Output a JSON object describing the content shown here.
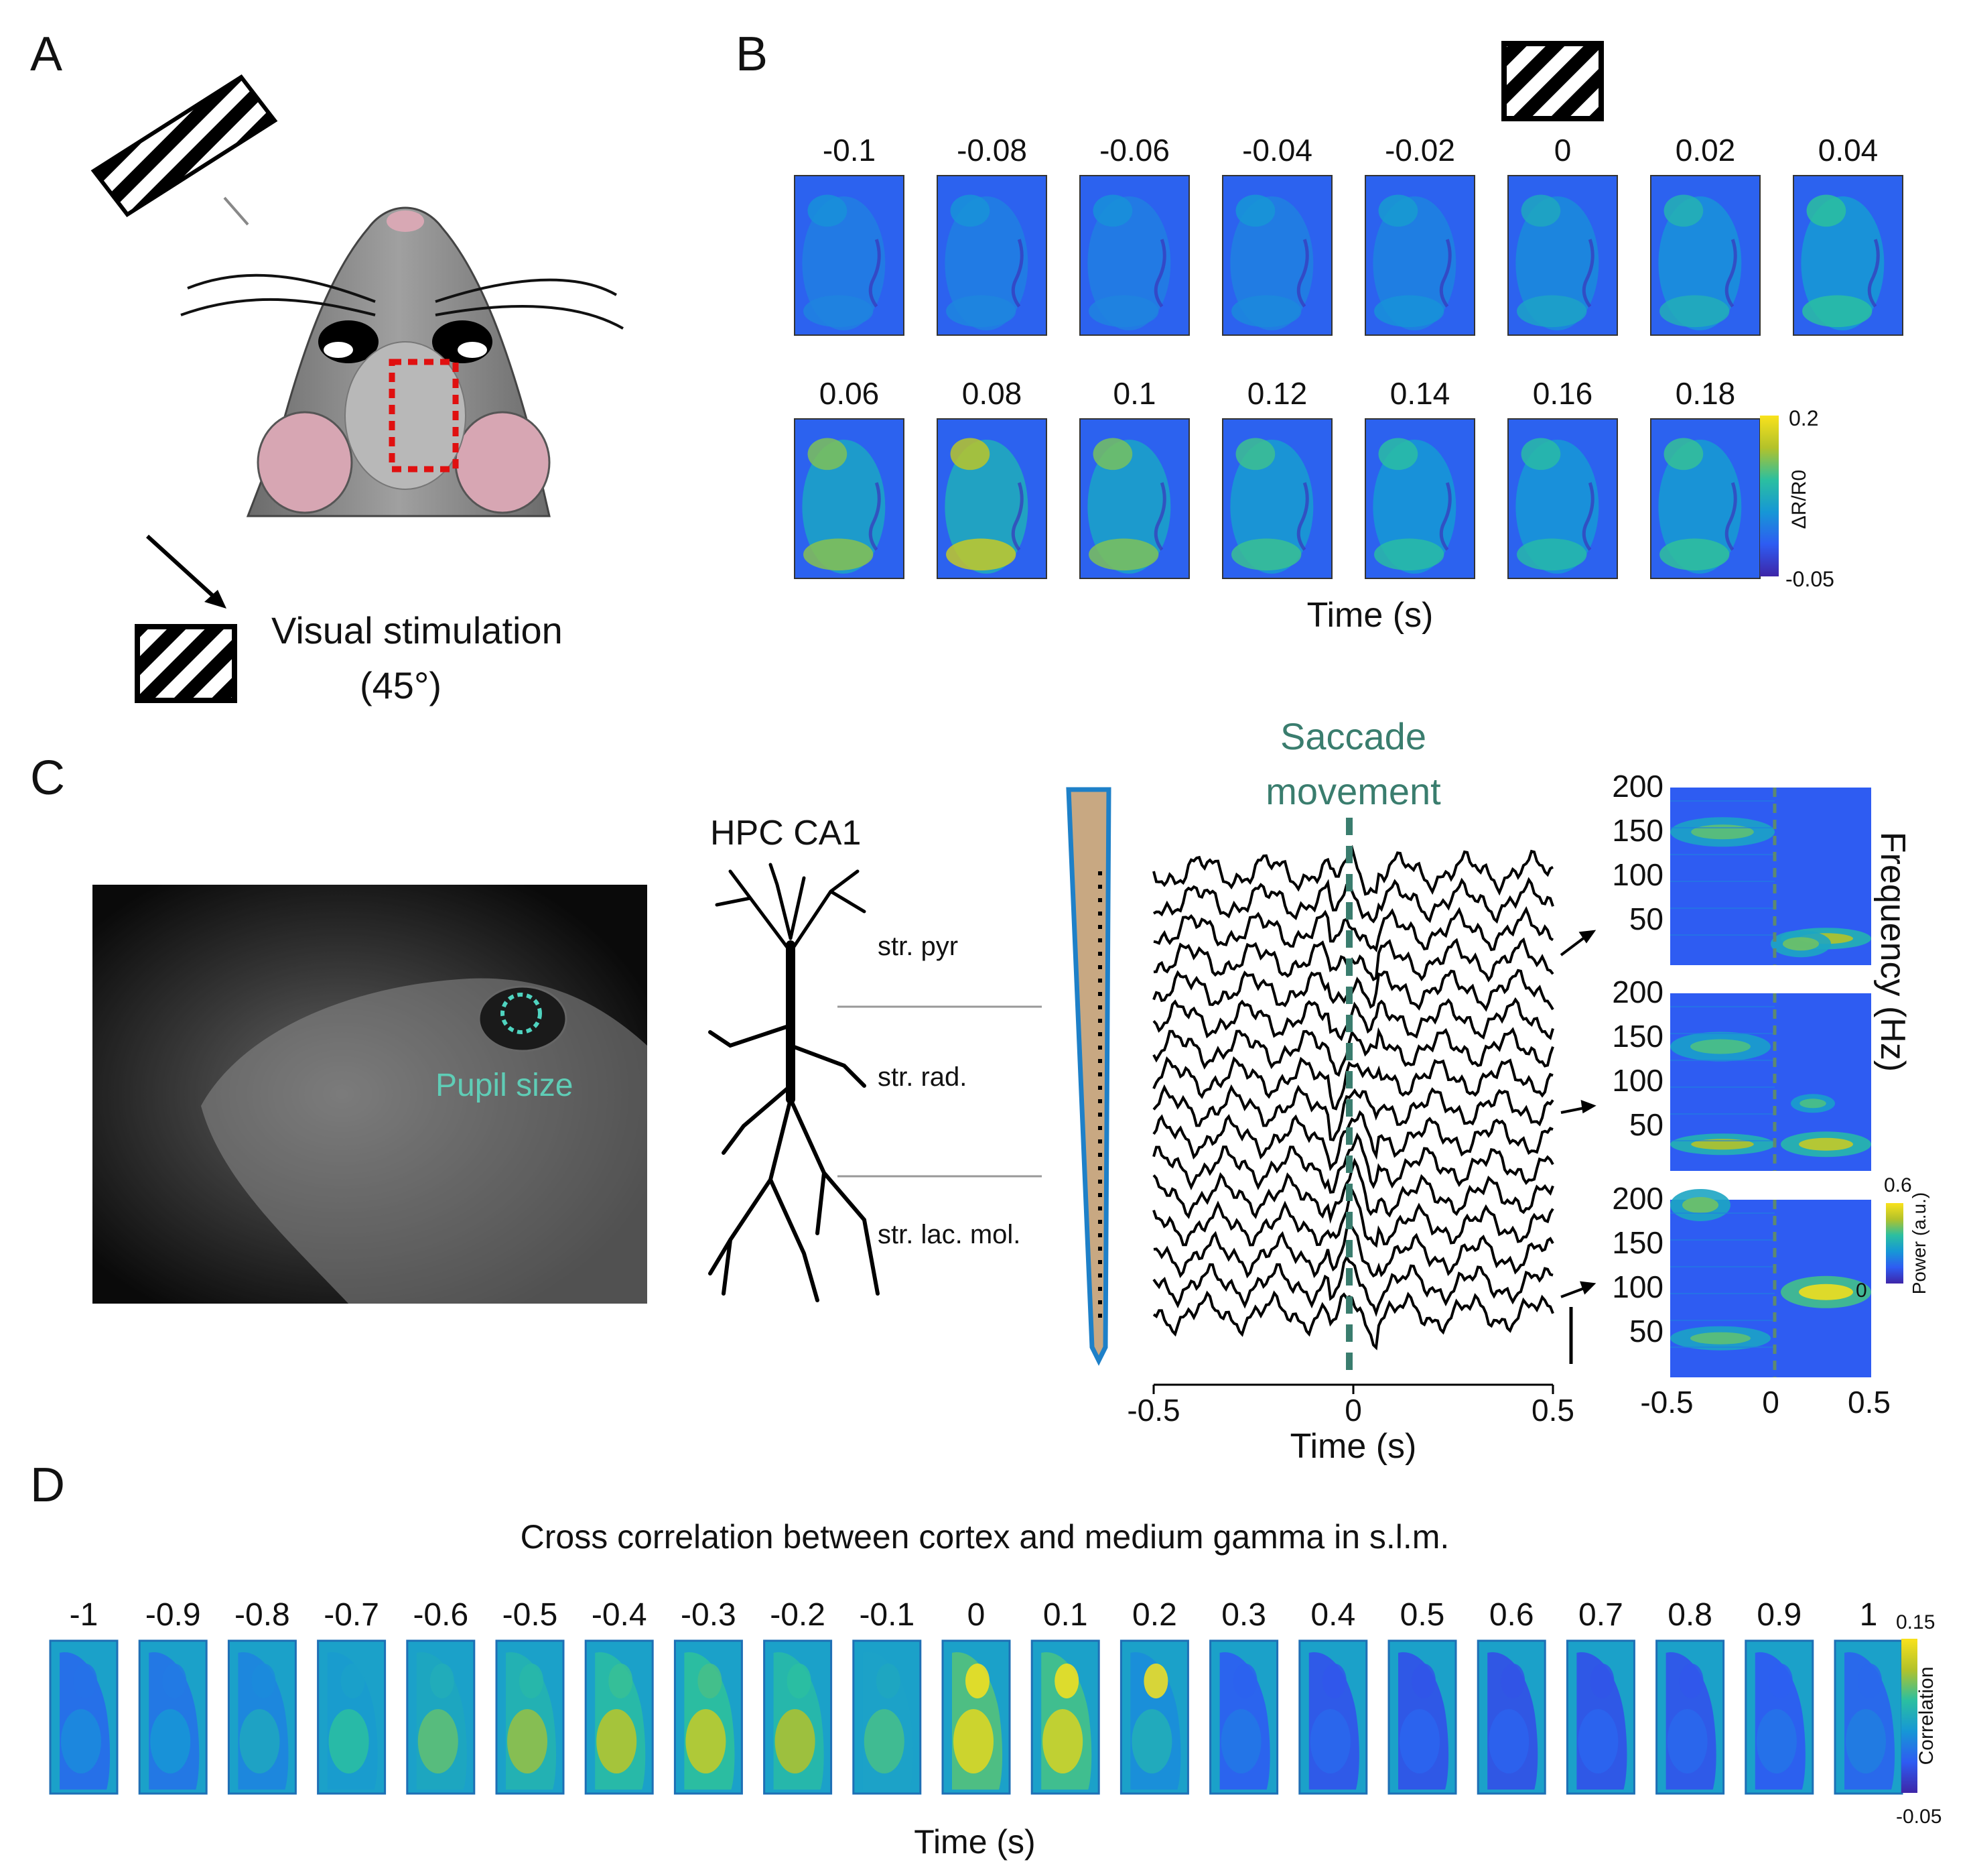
{
  "panels": {
    "a": {
      "letter": "A",
      "stimulus_label": "Visual stimulation",
      "stimulus_angle": "(45°)"
    },
    "b": {
      "letter": "B",
      "frames_row1": [
        "-0.1",
        "-0.08",
        "-0.06",
        "-0.04",
        "-0.02",
        "0",
        "0.02",
        "0.04"
      ],
      "frames_row2": [
        "0.06",
        "0.08",
        "0.1",
        "0.12",
        "0.14",
        "0.16",
        "0.18"
      ],
      "activation_row1": [
        0.05,
        0.06,
        0.05,
        0.08,
        0.12,
        0.22,
        0.3,
        0.42
      ],
      "activation_row2": [
        0.62,
        0.78,
        0.6,
        0.46,
        0.4,
        0.38,
        0.44
      ],
      "colorbar": {
        "label": "ΔR/R0",
        "max": "0.2",
        "min": "-0.05"
      },
      "xlabel": "Time (s)"
    },
    "c": {
      "letter": "C",
      "pupil_label": "Pupil size",
      "hpc_title": "HPC CA1",
      "layers": [
        "str. pyr",
        "str. rad.",
        "str. lac. mol."
      ],
      "saccade_label_line1": "Saccade",
      "saccade_label_line2": "movement",
      "trace_ticks": [
        "-0.5",
        "0",
        "0.5"
      ],
      "trace_xlabel": "Time (s)",
      "freq_ticks": [
        "200",
        "150",
        "100",
        "50"
      ],
      "freq_ylabel": "Frequency (Hz)",
      "spec_ticks": [
        "-0.5",
        "0",
        "0.5"
      ],
      "power_colorbar": {
        "label": "Power (a.u.)",
        "max": "0.6",
        "min": "0"
      },
      "accent_color": "#3a7d6e"
    },
    "d": {
      "letter": "D",
      "title": "Cross correlation between cortex and medium gamma in s.l.m.",
      "lags": [
        "-1",
        "-0.9",
        "-0.8",
        "-0.7",
        "-0.6",
        "-0.5",
        "-0.4",
        "-0.3",
        "-0.2",
        "-0.1",
        "0",
        "0.1",
        "0.2",
        "0.3",
        "0.4",
        "0.5",
        "0.6",
        "0.7",
        "0.8",
        "0.9",
        "1"
      ],
      "correlation_level": [
        0.2,
        0.25,
        0.35,
        0.5,
        0.6,
        0.7,
        0.78,
        0.82,
        0.75,
        0.55,
        0.92,
        0.88,
        0.4,
        0.12,
        0.05,
        0.04,
        0.03,
        0.04,
        0.05,
        0.1,
        0.15
      ],
      "colorbar": {
        "label": "Correlation",
        "max": "0.15",
        "min": "-0.05"
      },
      "xlabel": "Time (s)"
    }
  }
}
